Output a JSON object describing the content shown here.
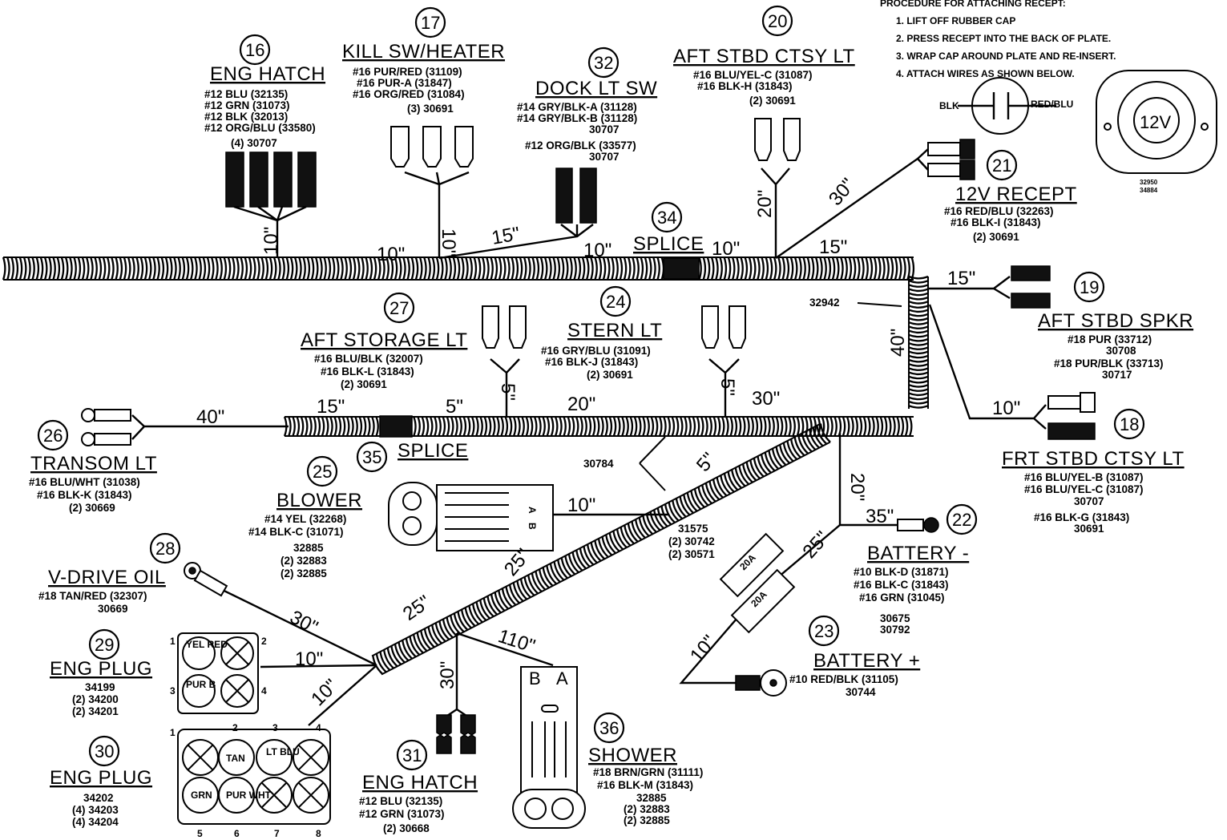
{
  "procedure": {
    "heading": "PROCEDURE FOR ATTACHING RECEPT:",
    "steps": [
      "1. LIFT OFF RUBBER CAP",
      "2. PRESS RECEPT INTO THE BACK OF PLATE.",
      "3. WRAP CAP AROUND PLATE AND RE-INSERT.",
      "4. ATTACH WIRES AS SHOWN BELOW."
    ],
    "recept_wire_left": "BLK",
    "recept_wire_right": "RED/BLU",
    "recept_face_label": "12V",
    "recept_part_top": "32950",
    "recept_part_bottom": "34884"
  },
  "connectors": {
    "c16": {
      "num": "16",
      "title": "ENG HATCH",
      "specs": [
        "#12 BLU (32135)",
        "#12 GRN (31073)",
        "#12 BLK (32013)",
        "#12 ORG/BLU (33580)"
      ],
      "part": "(4) 30707",
      "lead": "10\""
    },
    "c17": {
      "num": "17",
      "title": "KILL SW/HEATER",
      "specs": [
        "#16 PUR/RED (31109)",
        "#16 PUR-A (31847)",
        "#16 ORG/RED (31084)"
      ],
      "part": "(3) 30691",
      "lead": "10\""
    },
    "c32": {
      "num": "32",
      "title": "DOCK LT SW",
      "specs": [
        "#14 GRY/BLK-A (31128)",
        "#14 GRY/BLK-B (31128)",
        "30707",
        "#12 ORG/BLK (33577)",
        "30707"
      ],
      "lead": "15\""
    },
    "c20": {
      "num": "20",
      "title": "AFT STBD CTSY LT",
      "specs": [
        "#16 BLU/YEL-C (31087)",
        "#16 BLK-H (31843)"
      ],
      "part": "(2) 30691",
      "lead": "20\""
    },
    "c21": {
      "num": "21",
      "title": "12V RECEPT",
      "specs": [
        "#16 RED/BLU (32263)",
        "#16 BLK-I (31843)"
      ],
      "part": "(2) 30691",
      "lead": "30\""
    },
    "c34": {
      "num": "34",
      "title": "SPLICE"
    },
    "c19": {
      "num": "19",
      "title": "AFT STBD SPKR",
      "specs": [
        "#18 PUR (33712)",
        "30708",
        "#18 PUR/BLK (33713)",
        "30717"
      ],
      "lead": "15\""
    },
    "c18": {
      "num": "18",
      "title": "FRT STBD CTSY LT",
      "specs": [
        "#16 BLU/YEL-B (31087)",
        "#16 BLU/YEL-C (31087)",
        "30707",
        "#16 BLK-G (31843)",
        "30691"
      ],
      "lead": "10\""
    },
    "c27": {
      "num": "27",
      "title": "AFT STORAGE LT",
      "specs": [
        "#16 BLU/BLK (32007)",
        "#16 BLK-L (31843)"
      ],
      "part": "(2) 30691",
      "lead": "5\""
    },
    "c24": {
      "num": "24",
      "title": "STERN LT",
      "specs": [
        "#16 GRY/BLU (31091)",
        "#16 BLK-J (31843)"
      ],
      "part": "(2) 30691",
      "lead": "5\""
    },
    "c26": {
      "num": "26",
      "title": "TRANSOM LT",
      "specs": [
        "#16 BLU/WHT (31038)",
        "#16 BLK-K (31843)"
      ],
      "part": "(2) 30669",
      "lead": "40\""
    },
    "c35": {
      "num": "35",
      "title": "SPLICE"
    },
    "c25": {
      "num": "25",
      "title": "BLOWER",
      "specs": [
        "#14 YEL (32268)",
        "#14 BLK-C (31071)",
        "32885"
      ],
      "parts": [
        "(2) 32883",
        "(2) 32885"
      ],
      "lead": "10\"",
      "pins": [
        "A",
        "B"
      ]
    },
    "c22": {
      "num": "22",
      "title": "BATTERY -",
      "specs": [
        "#10 BLK-D (31871)",
        "#16 BLK-C (31843)",
        "#16 GRN (31045)"
      ],
      "parts": [
        "30675",
        "30792"
      ],
      "lead": "35\""
    },
    "c23": {
      "num": "23",
      "title": "BATTERY +",
      "specs": [
        "#10 RED/BLK (31105)"
      ],
      "parts": [
        "30744"
      ],
      "lead": "10\""
    },
    "c28": {
      "num": "28",
      "title": "V-DRIVE OIL",
      "specs": [
        "#18 TAN/RED (32307)"
      ],
      "parts": [
        "30669"
      ],
      "lead": "30\""
    },
    "c29": {
      "num": "29",
      "title": "ENG PLUG",
      "parts": [
        "34199",
        "(2) 34200",
        "(2) 34201"
      ],
      "pins": [
        "YEL RED",
        "PUR B"
      ],
      "pin_nums": [
        "1",
        "2",
        "3",
        "4"
      ],
      "lead": "10\""
    },
    "c30": {
      "num": "30",
      "title": "ENG PLUG",
      "parts": [
        "34202",
        "(4) 34203",
        "(4) 34204"
      ],
      "pins": [
        "TAN",
        "LT BLU",
        "GRN",
        "PUR WHT"
      ],
      "pin_nums": [
        "1",
        "2",
        "3",
        "4",
        "5",
        "6",
        "7",
        "8"
      ],
      "lead": "10\""
    },
    "c31": {
      "num": "31",
      "title": "ENG HATCH",
      "specs": [
        "#12 BLU (32135)",
        "#12 GRN (31073)"
      ],
      "parts": [
        "(2) 30668"
      ],
      "lead": "30\""
    },
    "c36": {
      "num": "36",
      "title": "SHOWER",
      "specs": [
        "#18 BRN/GRN (31111)",
        "#16 BLK-M (31843)"
      ],
      "parts": [
        "32885",
        "(2) 32883",
        "(2) 32885"
      ],
      "pins": [
        "B",
        "A"
      ],
      "lead": "110\""
    }
  },
  "trunk_lengths": {
    "a": "10\"",
    "b": "10\"",
    "c": "10\"",
    "d": "15\"",
    "e": "40\"",
    "f": "30\"",
    "g": "20\"",
    "h": "15\"",
    "i": "5\"",
    "j": "20\"",
    "k": "5\"",
    "l": "25\"",
    "m": "25\"",
    "n": "20\"",
    "o": "25\""
  },
  "part_refs": {
    "conduit_right": "32942",
    "conduit_low": "30784",
    "fuse_parts": [
      "31575",
      "(2) 30742",
      "(2) 30571"
    ],
    "fuse_labels": [
      "20A",
      "20A"
    ]
  }
}
